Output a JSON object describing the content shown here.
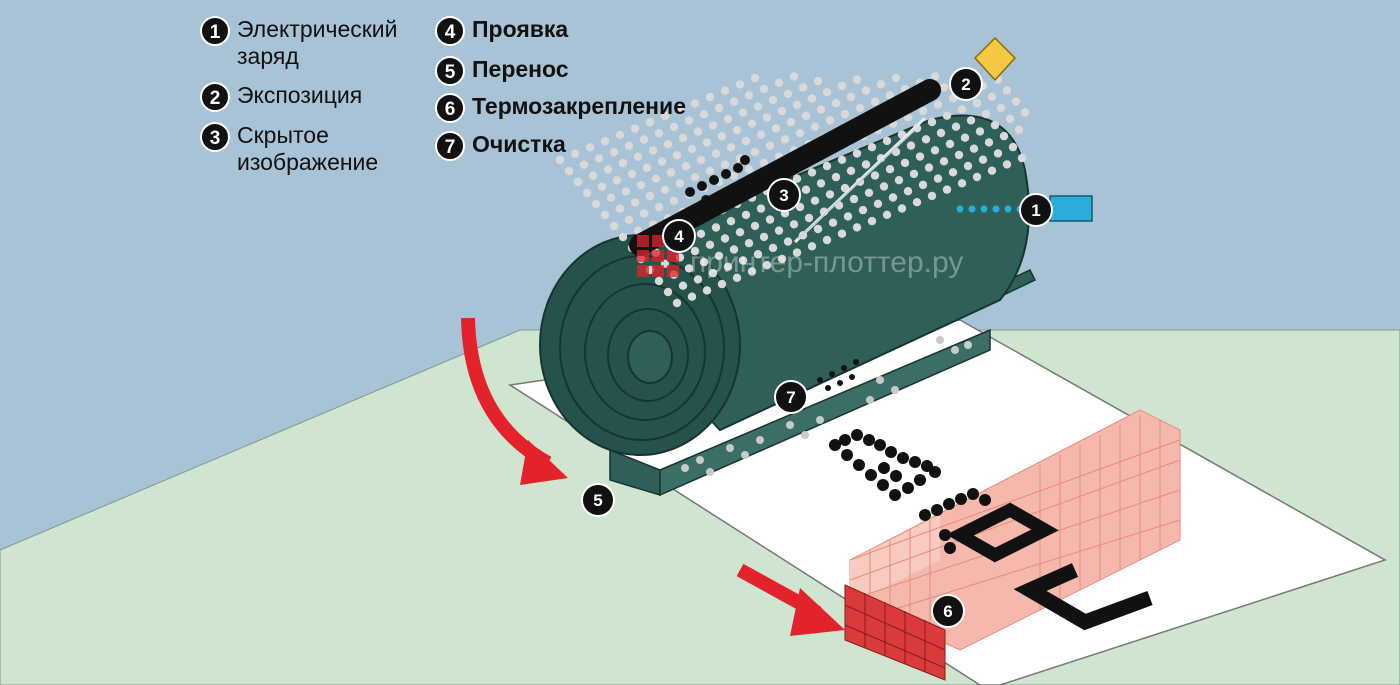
{
  "legend": [
    {
      "num": "1",
      "label": "Электрический заряд"
    },
    {
      "num": "2",
      "label": "Экспозиция"
    },
    {
      "num": "3",
      "label": "Скрытое изображение"
    },
    {
      "num": "4",
      "label": "Проявка"
    },
    {
      "num": "5",
      "label": "Перенос"
    },
    {
      "num": "6",
      "label": "Термозакрепление"
    },
    {
      "num": "7",
      "label": "Очистка"
    }
  ],
  "callouts": [
    "1",
    "2",
    "3",
    "4",
    "5",
    "6",
    "7"
  ],
  "watermark": "принтер-плоттер.ру",
  "colors": {
    "background": "#a9c3d6",
    "table": "#cfe5d0",
    "drum": "#2e5f58",
    "drum_dark": "#1f4641",
    "paper": "#ffffff",
    "fuser": "#f4b8ac",
    "fuser_dark": "#d93a3a",
    "arrow": "#e3222b",
    "charge_marker": "#2aaed9",
    "exposure_marker": "#f5c842"
  },
  "icons": [
    "rotation-arrow-icon",
    "feed-arrow-icon",
    "watermark-logo-icon"
  ]
}
